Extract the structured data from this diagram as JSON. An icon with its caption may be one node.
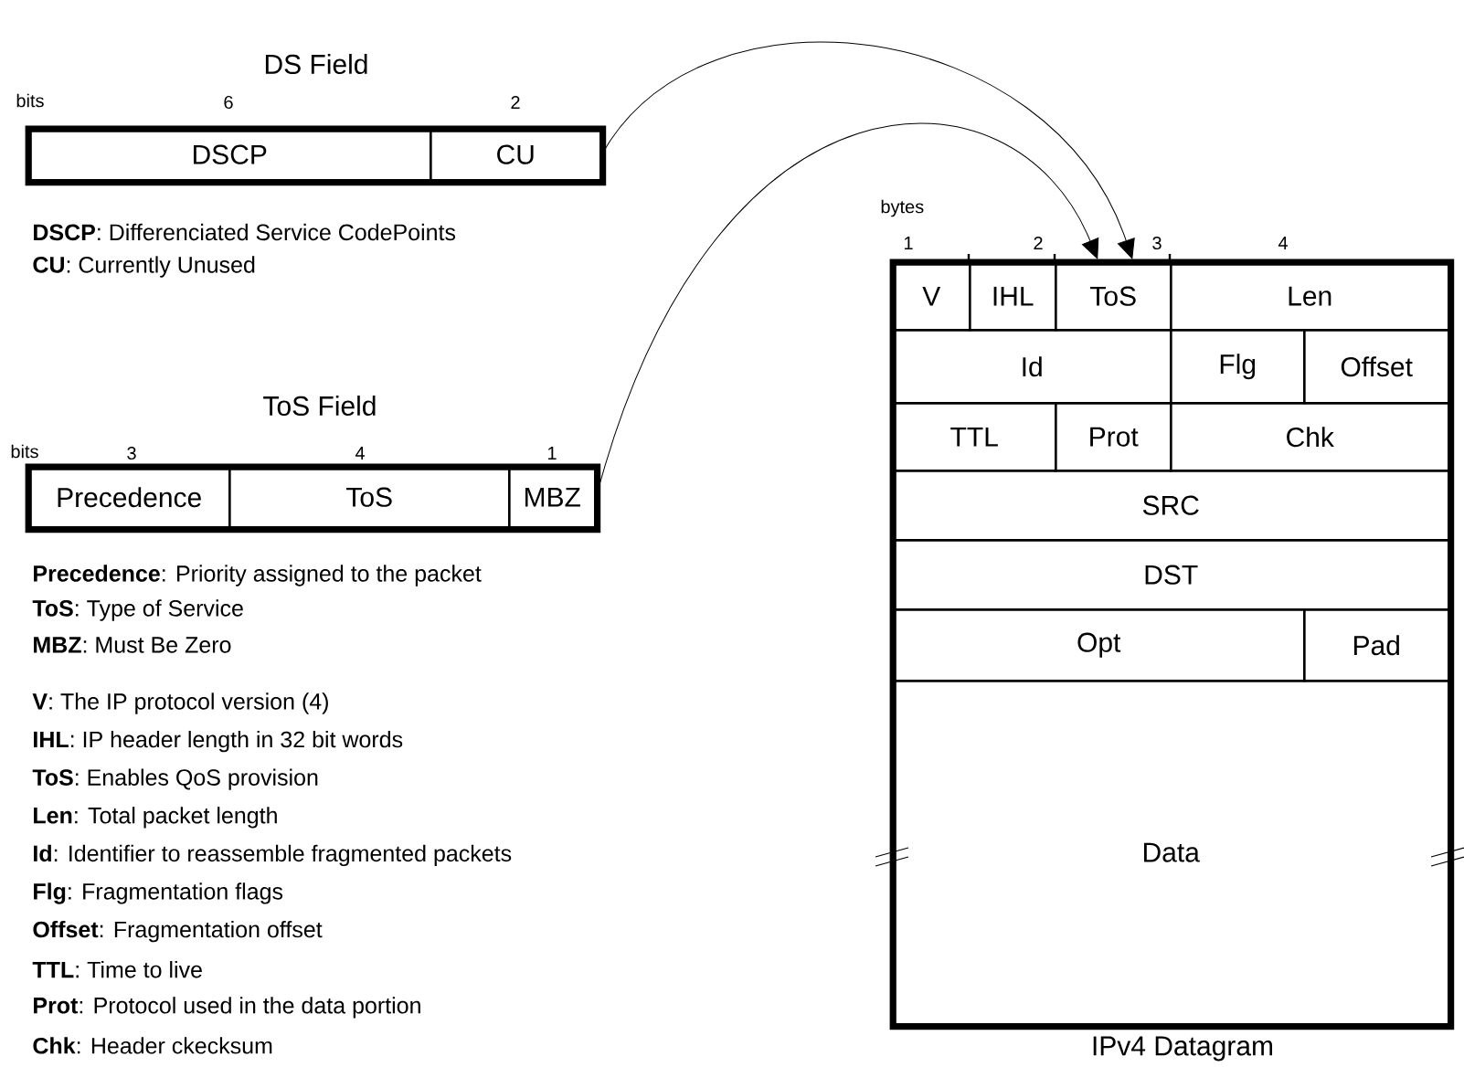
{
  "diagram": {
    "nodes": [
      {
        "text": [
          "DS Field"
        ]
      },
      {
        "text": [
          "DSCP"
        ],
        "in": 0
      },
      {
        "text": [
          "CU"
        ],
        "in": 0
      },
      {
        "text": [
          "ToS Field"
        ]
      },
      {
        "text": [
          "Precedence"
        ],
        "in": 3
      },
      {
        "text": [
          "ToS"
        ],
        "in": 3
      },
      {
        "text": [
          "MBZ"
        ],
        "in": 3
      },
      {
        "text": [
          "IPv4 Datagram"
        ]
      },
      {
        "text": [
          "V"
        ],
        "in": 7
      },
      {
        "text": [
          "IHL"
        ],
        "in": 7
      },
      {
        "text": [
          "ToS"
        ],
        "in": 7
      },
      {
        "text": [
          "Len"
        ],
        "in": 7
      },
      {
        "text": [
          "Id"
        ],
        "in": 7
      },
      {
        "text": [
          "Flg"
        ],
        "in": 7
      },
      {
        "text": [
          "Offset"
        ],
        "in": 7
      },
      {
        "text": [
          "TTL"
        ],
        "in": 7
      },
      {
        "text": [
          "Prot"
        ],
        "in": 7
      },
      {
        "text": [
          "Chk"
        ],
        "in": 7
      },
      {
        "text": [
          "SRC"
        ],
        "in": 7
      },
      {
        "text": [
          "DST"
        ],
        "in": 7
      },
      {
        "text": [
          "Opt"
        ],
        "in": 7
      },
      {
        "text": [
          "Pad"
        ],
        "in": 7
      },
      {
        "text": [
          "Data"
        ],
        "in": 7
      }
    ],
    "edges": [
      {
        "from": 2,
        "to": 10,
        "arrow": "to"
      },
      {
        "from": 6,
        "to": 10,
        "arrow": "to"
      }
    ],
    "labels": [
      "bits",
      "6",
      "2",
      "**DSCP**: Differenciated Service CodePoints",
      "**CU**: Currently Unused",
      "bits",
      "3",
      "4",
      "1",
      "**Precedence**: Priority assigned to the packet",
      "**ToS**: Type of Service",
      "**MBZ**: Must Be Zero",
      "bytes",
      "1",
      "2",
      "3",
      "4",
      "**V**: The IP protocol version (4)",
      "**IHL**: IP header length in 32 bit words",
      "**ToS**: Enables QoS provision",
      "**Len**: Total packet length",
      "**Id**: Identifier to reassemble fragmented packets",
      "**Flg**: Fragmentation flags",
      "**Offset**: Fragmentation offset",
      "**TTL**: Time to live",
      "**Prot**: Protocol used in the data portion",
      "**Chk**: Header ckecksum"
    ]
  }
}
